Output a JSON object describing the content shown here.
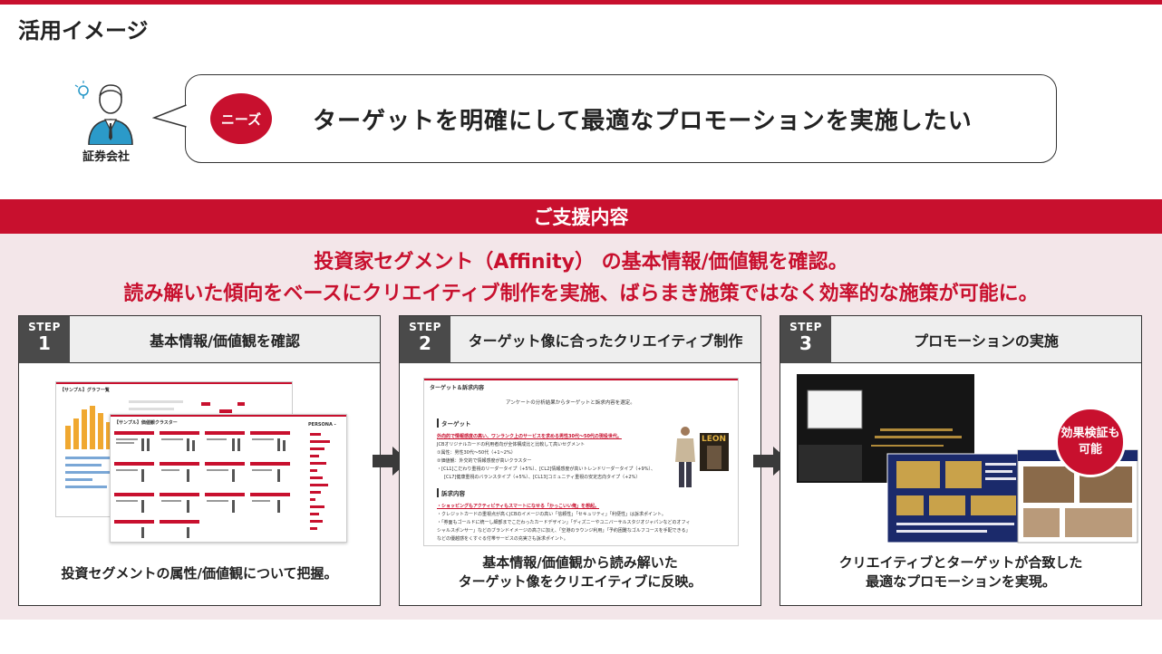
{
  "page": {
    "title": "活用イメージ"
  },
  "persona": {
    "label": "証券会社",
    "icon": "businessman-icon"
  },
  "needs": {
    "badge": "ニーズ",
    "text": "ターゲットを明確にして最適なプロモーションを実施したい"
  },
  "support": {
    "title": "ご支援内容",
    "headline1": "投資家セグメント（Affinity） の基本情報/価値観を確認。",
    "headline2": "読み解いた傾向をベースにクリエイティブ制作を実施、ばらまき施策ではなく効率的な施策が可能に。"
  },
  "steps": [
    {
      "label": "STEP",
      "num": "1",
      "title": "基本情報/価値観を確認",
      "caption1": "投資セグメントの属性/価値観について把握。",
      "caption2": "",
      "thumb_title_back": "【サンプル】グラフ一覧",
      "thumb_title_front": "【サンプル】価値観クラスター",
      "thumb_persona": "PERSONA -"
    },
    {
      "label": "STEP",
      "num": "2",
      "title": "ターゲット像に合ったクリエイティブ制作",
      "caption1": "基本情報/価値観から読み解いた",
      "caption2": "ターゲット像をクリエイティブに反映。",
      "doc": {
        "title": "ターゲット＆訴求内容",
        "intro": "アンケートの分析結果からターゲットと訴求内容を選定。",
        "target_head": "ターゲット",
        "target_main": "外向的で情報感度の高い、ワンランク上のサービスを求める男性30代～50代の現役世代。",
        "target_l1": "JCBオリジナルカードの利用者向が全体構成比と比較して高いセグメント",
        "target_l2": "①属性：男性30代～50代（+1~2%）",
        "target_l3": "②価値観：外交的で情報感度が高いクラスター",
        "target_l4": "・[CL1]こだわり重視のリーダータイプ（+5%）、[CL2]情報感度が高いトレンドリーダータイプ（+9%）、",
        "target_l5": "[CL7]健康重視のバランスタイプ（+5%）、[CL13]コミュニティ重視の安定志向タイプ（+2%）",
        "appeal_head": "訴求内容",
        "appeal_main": "・ショッピングもアクティビティもスマートになせる「かっこいい俺」を想起。",
        "appeal_l1": "・クレジットカードの重視点が高くJCBのイメージの高い「信頼性」「セキュリティ」「利便性」は訴求ポイント。",
        "appeal_l2": "・「券面もゴールドに統一し細部までこだわったカードデザイン」「ディズニーやユニバーサルスタジオジャパンなどのオフィ",
        "appeal_l3": "シャルスポンサー」などのブランドイメージの高さに加え、「空港のラウンジ利用」「予約困難なゴルフコースを手配できる」",
        "appeal_l4": "などの優越感をくすぐる付帯サービスの充実さも訴求ポイント。",
        "magazine": "LEON"
      }
    },
    {
      "label": "STEP",
      "num": "3",
      "title": "プロモーションの実施",
      "caption1": "クリエイティブとターゲットが合致した",
      "caption2": "最適なプロモーションを実現。",
      "badge": "効果検証も可能",
      "badge_l1": "効果検証も",
      "badge_l2": "可能"
    }
  ],
  "colors": {
    "accent": "#c8102e",
    "support_bg": "#f3e6e9",
    "step_num_bg": "#4a4a4a",
    "dark": "#222222"
  }
}
